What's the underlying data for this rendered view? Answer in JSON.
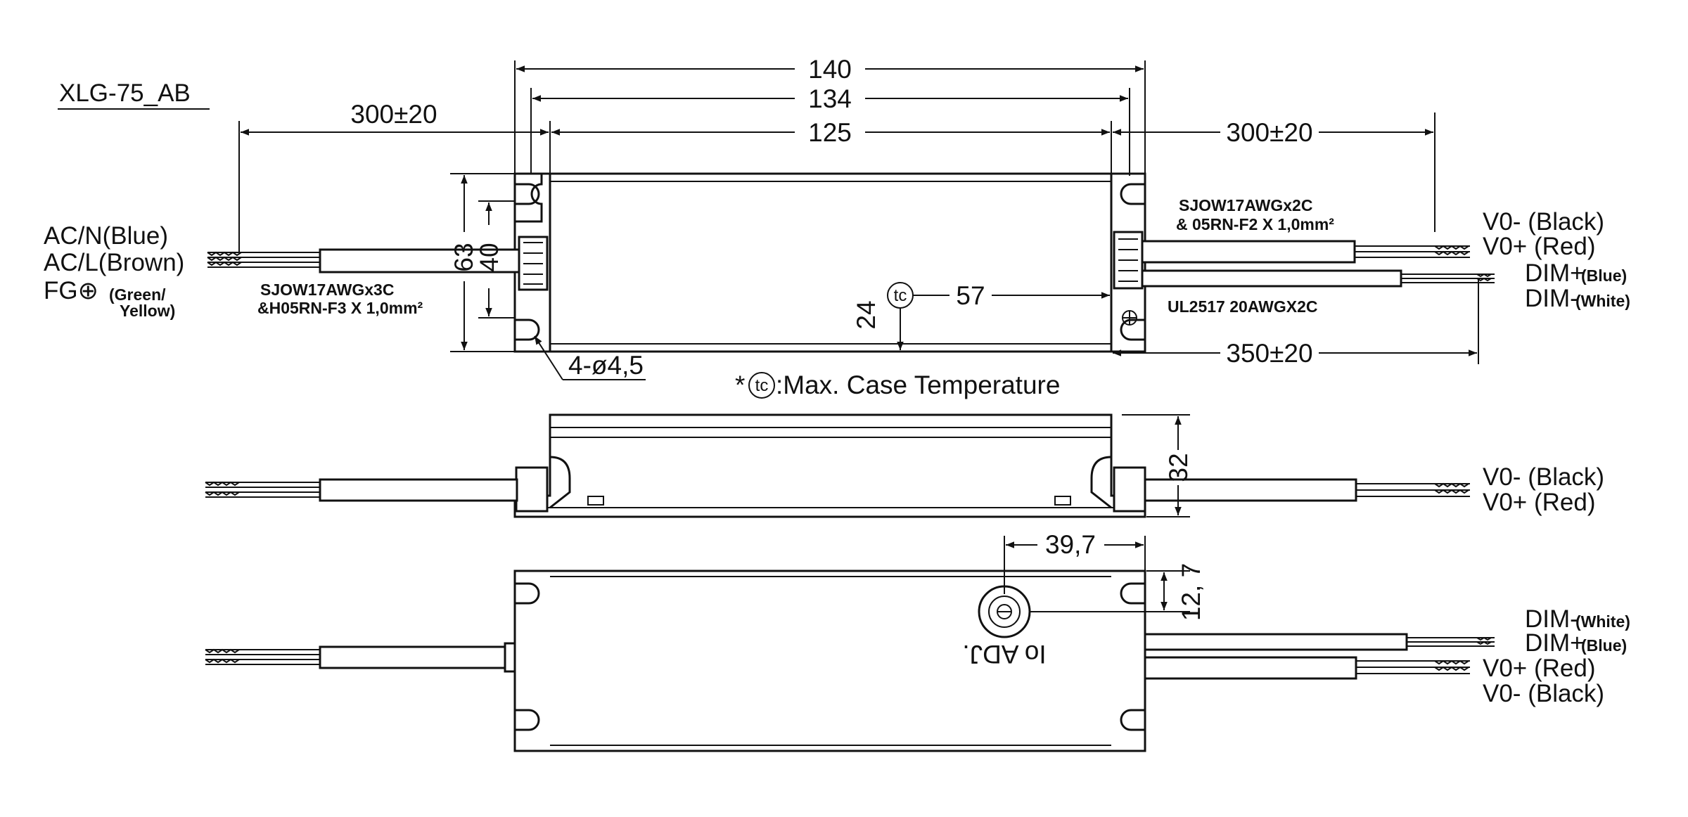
{
  "model": "XLG-75_AB",
  "dims": {
    "d140": "140",
    "d134": "134",
    "d125": "125",
    "left_lead": "300±20",
    "right_lead": "300±20",
    "dim_lead": "350±20",
    "d63": "63",
    "d40": "40",
    "d24": "24",
    "d57": "57",
    "holes": "4-ø4,5",
    "d32": "32",
    "d39_7": "39,7",
    "d12_7": "12, 7"
  },
  "tc_symbol": "tc",
  "tc_note_prefix": "*",
  "tc_note": ":Max. Case Temperature",
  "left_wires": {
    "acn": "AC/N(Blue)",
    "acl": "AC/L(Brown)",
    "fg": "FG⊕",
    "fg_color1": "(Green/",
    "fg_color2": "Yellow)",
    "cable1": "SJOW17AWGx3C",
    "cable2": "&H05RN-F3 X 1,0mm²"
  },
  "right_wires": {
    "cable1": "SJOW17AWGx2C",
    "cable2": "& 05RN-F2 X 1,0mm²",
    "v_minus": "V0- (Black)",
    "v_plus": "V0+ (Red)",
    "dim_plus": "DIM+",
    "dim_plus_color": "(Blue)",
    "dim_minus": "DIM-",
    "dim_minus_color": "(White)",
    "ul": "UL2517 20AWGX2C"
  },
  "side_view": {
    "v_minus": "V0- (Black)",
    "v_plus": "V0+ (Red)"
  },
  "bottom_view": {
    "dim_minus": "DIM-",
    "dim_minus_color": "(White)",
    "dim_plus": "DIM+",
    "dim_plus_color": "(Blue)",
    "v_plus": "V0+ (Red)",
    "v_minus": "V0- (Black)",
    "io_adj": "Io ADJ."
  }
}
